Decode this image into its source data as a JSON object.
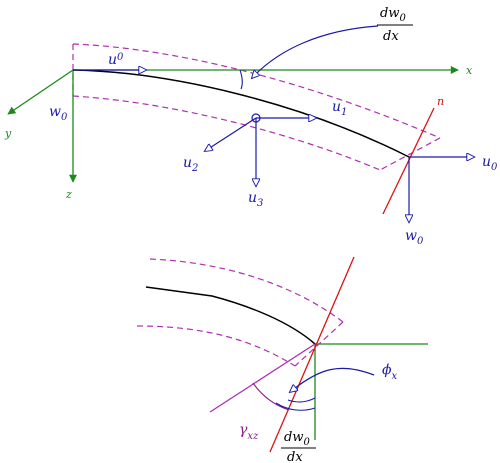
{
  "colors": {
    "axis_green": "#1a8a1a",
    "vector_blue": "#1a1aa6",
    "normal_red": "#e01010",
    "dashed_purple": "#b030b0",
    "curve_black": "#000000"
  },
  "top_figure": {
    "axis_labels": {
      "x": "x",
      "y": "y",
      "z": "z"
    },
    "normal_label": "n",
    "u0_left": {
      "base": "u",
      "sub": "0"
    },
    "w0_left": {
      "base": "w",
      "sub": "0"
    },
    "u1": {
      "base": "u",
      "sub": "1"
    },
    "u2": {
      "base": "u",
      "sub": "2"
    },
    "u3": {
      "base": "u",
      "sub": "3"
    },
    "u0_right": {
      "base": "u",
      "sub": "0"
    },
    "w0_right": {
      "base": "w",
      "sub": "0"
    },
    "slope_label": {
      "numerator": "dw",
      "numerator_sub": "0",
      "denominator": "dx"
    }
  },
  "bottom_figure": {
    "phi": {
      "base": "ϕ",
      "sub": "x"
    },
    "gamma": {
      "base": "γ",
      "sub": "xz"
    },
    "slope_label": {
      "numerator": "dw",
      "numerator_sub": "0",
      "denominator": "dx"
    }
  }
}
